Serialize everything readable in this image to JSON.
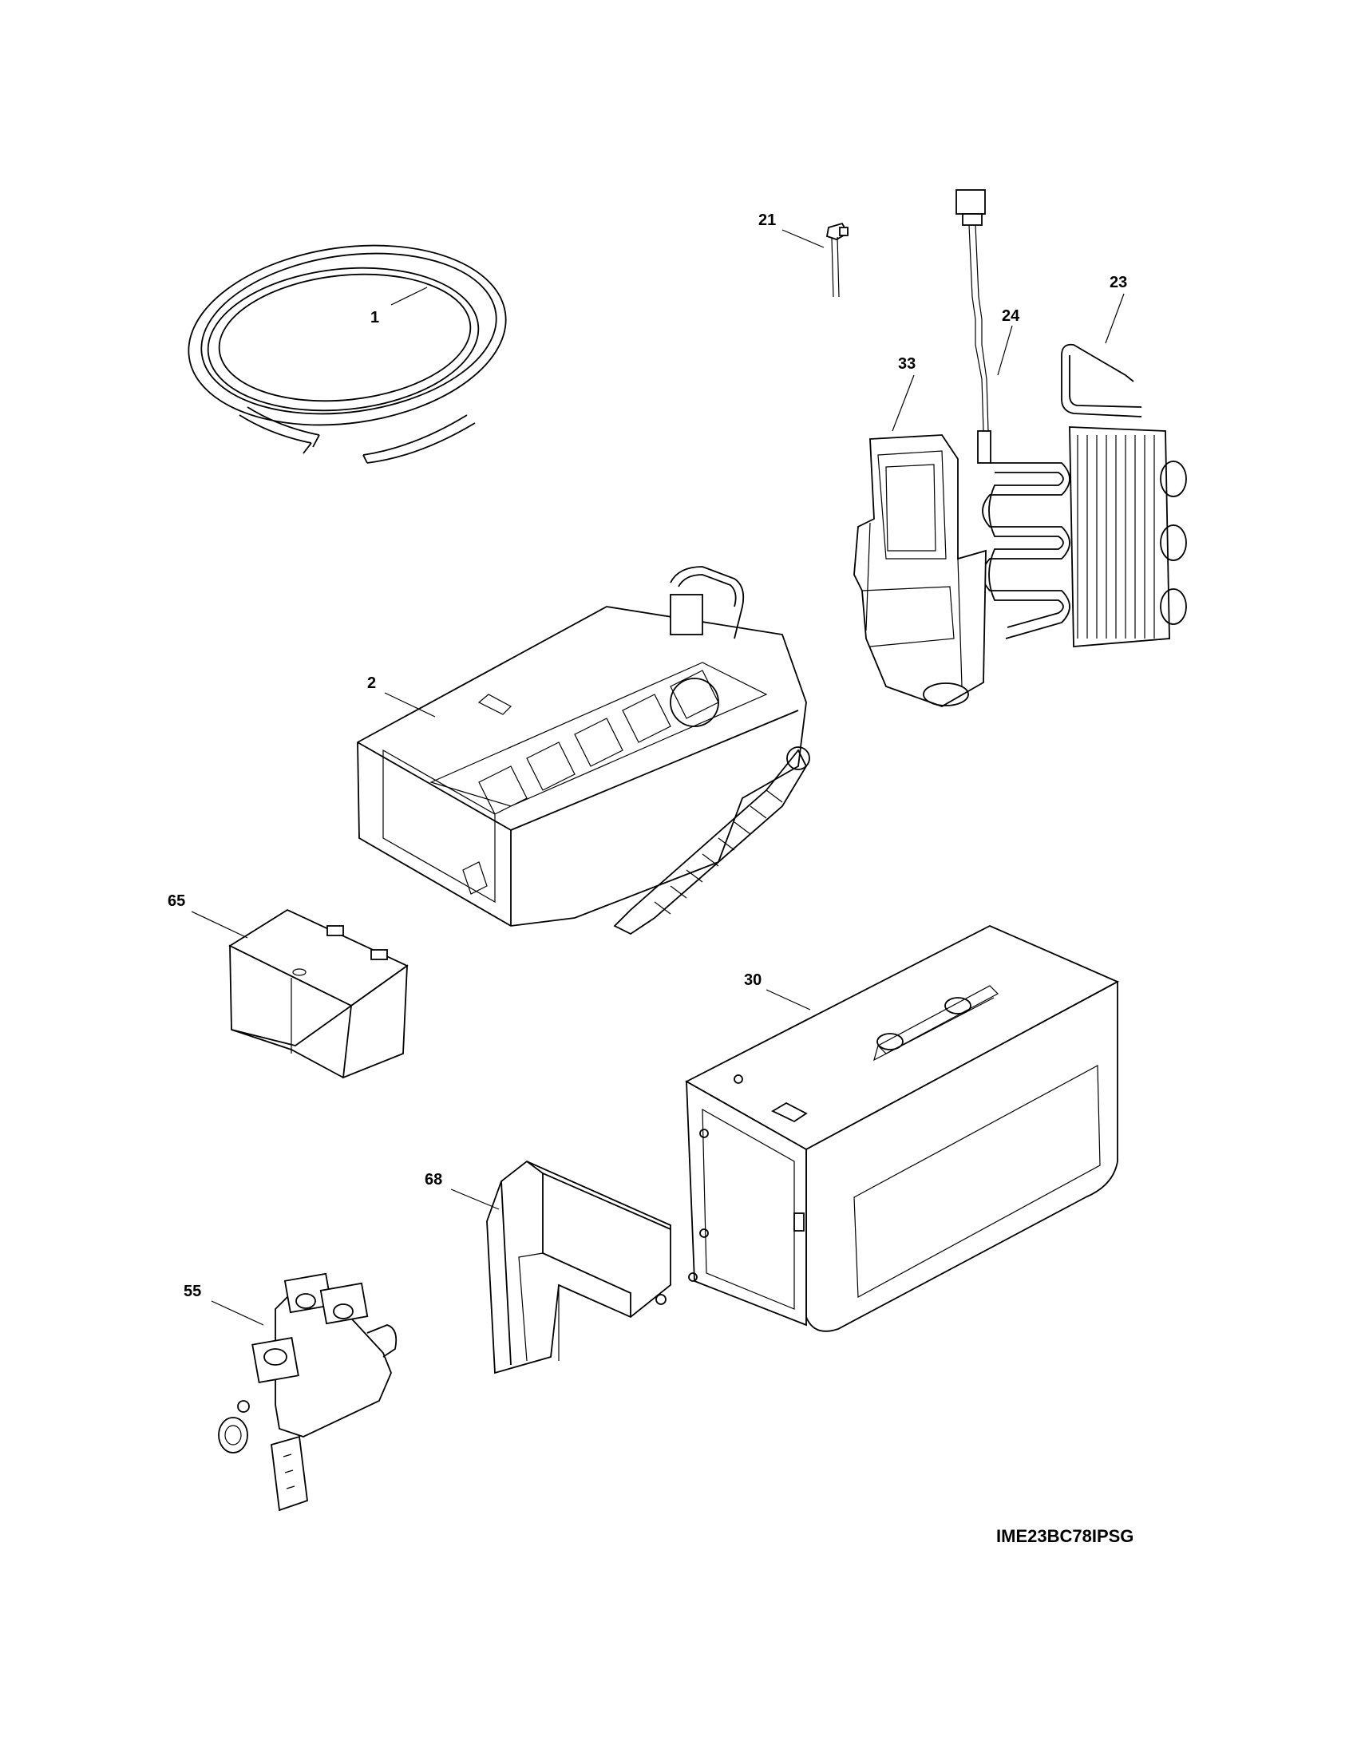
{
  "model_number": "IME23BC78IPSG",
  "callouts": {
    "p1": "1",
    "p2": "2",
    "p21": "21",
    "p23": "23",
    "p24": "24",
    "p30": "30",
    "p33": "33",
    "p55": "55",
    "p65": "65",
    "p68": "68"
  },
  "parts": [
    {
      "number": "1",
      "icon": "tubing-coil-icon"
    },
    {
      "number": "2",
      "icon": "icemaker-assembly-icon"
    },
    {
      "number": "21",
      "icon": "thermistor-icon"
    },
    {
      "number": "23",
      "icon": "heater-coil-icon"
    },
    {
      "number": "24",
      "icon": "wire-harness-icon"
    },
    {
      "number": "30",
      "icon": "ice-bucket-icon"
    },
    {
      "number": "33",
      "icon": "bracket-icon"
    },
    {
      "number": "55",
      "icon": "water-valve-icon"
    },
    {
      "number": "65",
      "icon": "small-bin-icon"
    },
    {
      "number": "68",
      "icon": "chute-cover-icon"
    }
  ]
}
